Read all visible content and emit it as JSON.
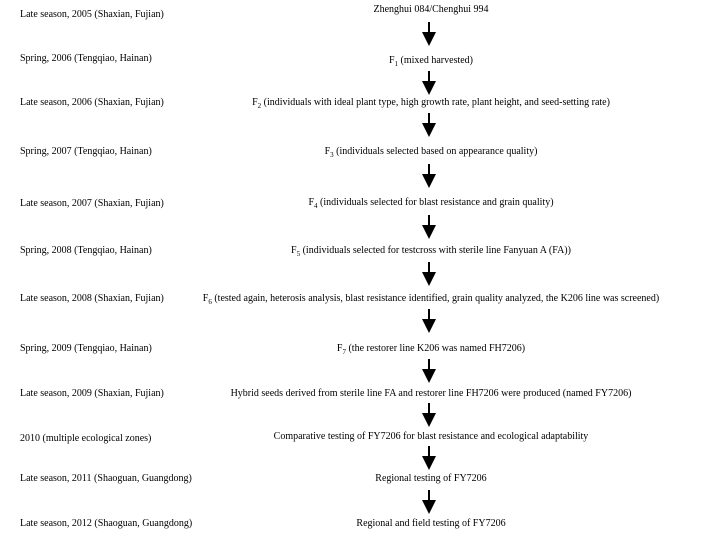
{
  "rows": [
    {
      "time": "Late season, 2005 (Shaxian, Fujian)",
      "prefix": "",
      "sub": "",
      "text": "Zhenghui 084/Chenghui 994"
    },
    {
      "time": "Spring, 2006 (Tengqiao, Hainan)",
      "prefix": "F",
      "sub": "1",
      "text": " (mixed harvested)"
    },
    {
      "time": "Late season, 2006 (Shaxian, Fujian)",
      "prefix": "F",
      "sub": "2",
      "text": " (individuals with ideal plant type, high growth rate, plant height, and seed-setting rate)"
    },
    {
      "time": "Spring, 2007 (Tengqiao, Hainan)",
      "prefix": "F",
      "sub": "3",
      "text": " (individuals selected based on appearance quality)"
    },
    {
      "time": "Late season, 2007 (Shaxian, Fujian)",
      "prefix": "F",
      "sub": "4",
      "text": " (individuals selected for blast resistance and grain quality)"
    },
    {
      "time": "Spring, 2008 (Tengqiao, Hainan)",
      "prefix": "F",
      "sub": "5",
      "text": " (individuals selected for testcross with sterile line Fanyuan A (FA))"
    },
    {
      "time": "Late season, 2008 (Shaxian, Fujian)",
      "prefix": "F",
      "sub": "6",
      "text": " (tested again, heterosis analysis, blast resistance identified, grain quality analyzed, the K206 line was screened)"
    },
    {
      "time": "Spring, 2009 (Tengqiao, Hainan)",
      "prefix": "F",
      "sub": "7",
      "text": " (the restorer line K206 was named FH7206)"
    },
    {
      "time": "Late season, 2009 (Shaxian, Fujian)",
      "prefix": "",
      "sub": "",
      "text": "Hybrid seeds derived from sterile line FA and restorer line FH7206 were produced (named FY7206)"
    },
    {
      "time": "2010 (multiple ecological zones)",
      "prefix": "",
      "sub": "",
      "text": "Comparative testing of FY7206 for blast resistance and ecological adaptability"
    },
    {
      "time": "Late season, 2011 (Shaoguan, Guangdong)",
      "prefix": "",
      "sub": "",
      "text": "Regional testing of FY7206"
    },
    {
      "time": "Late season, 2012 (Shaoguan, Guangdong)",
      "prefix": "",
      "sub": "",
      "text": "Regional and field testing of FY7206"
    }
  ]
}
